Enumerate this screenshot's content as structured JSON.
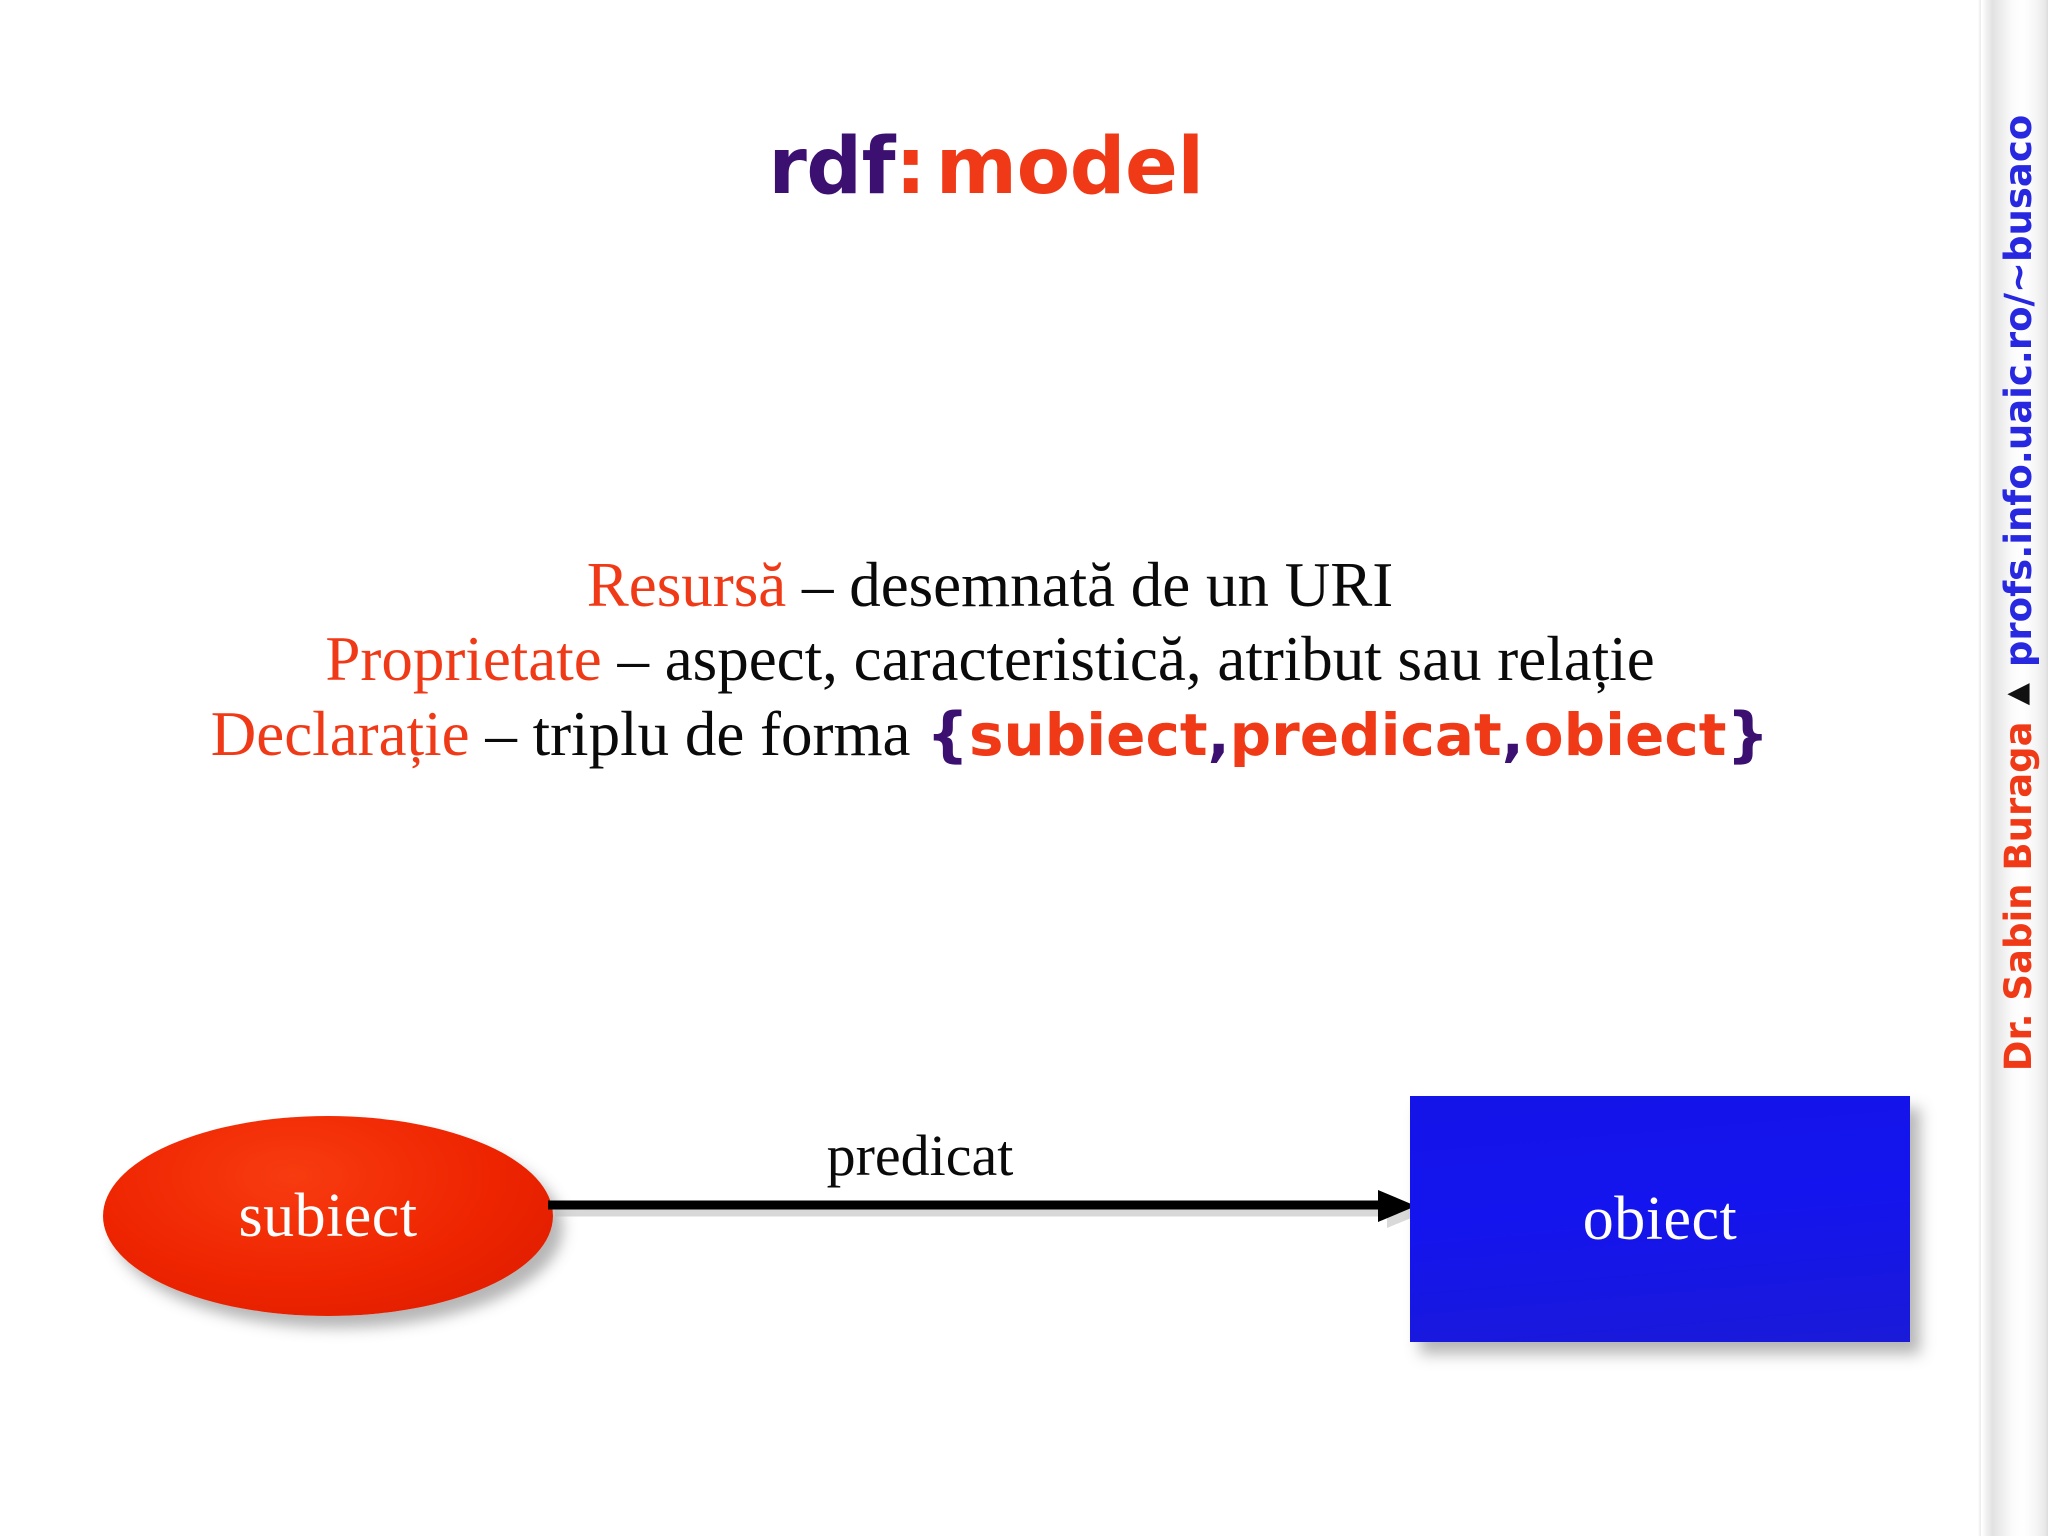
{
  "slide": {
    "title": {
      "prefix": "rdf",
      "colon": ":",
      "main": "model"
    },
    "body_lines": [
      {
        "keyword": "Resursă",
        "rest": " – desemnată de un URI"
      },
      {
        "keyword": "Proprietate",
        "rest": " – aspect, caracteristică, atribut sau relație"
      },
      {
        "keyword": "Declarație",
        "rest": " – triplu de forma ",
        "brace_open": "{",
        "triple": [
          "subiect",
          "predicat",
          "obiect"
        ],
        "separator": ",",
        "brace_close": "}"
      }
    ],
    "diagram": {
      "subject_label": "subiect",
      "predicate_label": "predicat",
      "object_label": "obiect"
    },
    "sidebar": {
      "author": "Dr. Sabin Buraga",
      "separator": "▲",
      "url": "profs.info.uaic.ro/~busaco"
    },
    "colors": {
      "title_prefix": "#3B1070",
      "accent_red": "#F03A17",
      "subject_fill": "#EE2400",
      "object_fill": "#1414EE",
      "url_blue": "#2828E0",
      "body_text": "#0A0A0A",
      "background": "#FFFFFF"
    }
  }
}
